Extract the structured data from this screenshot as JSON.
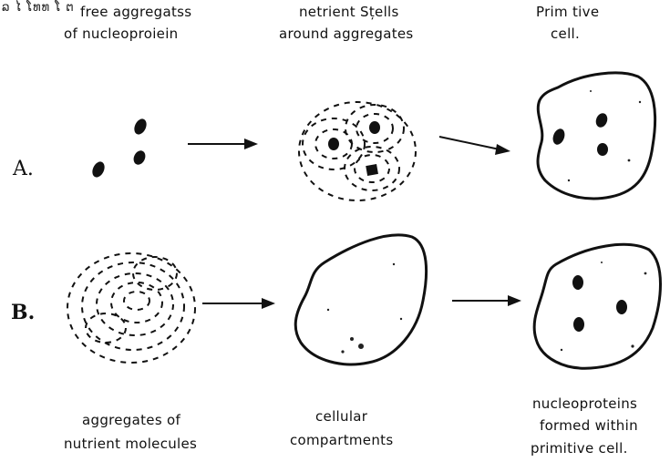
{
  "header": {
    "partial_text": "ລ ໄ ໂທທ ໂ ຕ"
  },
  "columns": {
    "col1": {
      "line1": "free aggregatss",
      "line2": "of nucleoproiein"
    },
    "col2": {
      "line1": "netrient Sțells",
      "line2": "around aggregates"
    },
    "col3": {
      "line1": "Prim tive",
      "line2": "cell."
    }
  },
  "rows": {
    "a": {
      "label": "A."
    },
    "b": {
      "label": "B."
    }
  },
  "captions": {
    "b1": {
      "line1": "aggregates of",
      "line2": "nutrient molecules"
    },
    "b2": {
      "line1": "cellular",
      "line2": "compartments"
    },
    "b3": {
      "line1": "nucleoproteins",
      "line2": "formed within",
      "line3": "primitive cell."
    }
  }
}
